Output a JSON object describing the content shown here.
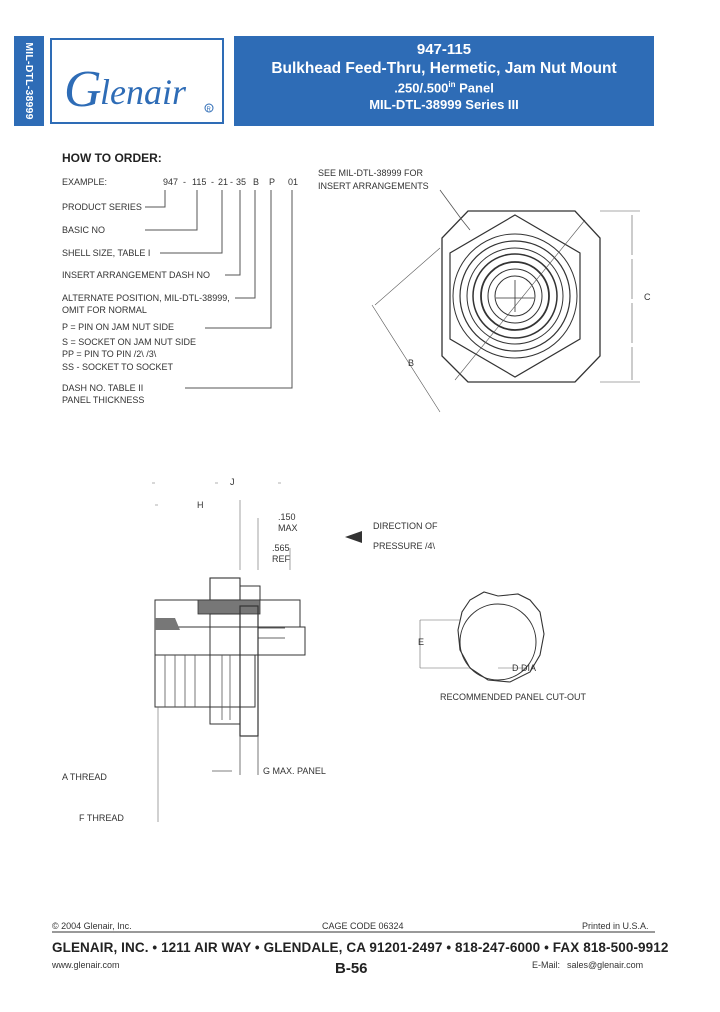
{
  "sidebar": {
    "tab_label": "MIL-DTL-38999"
  },
  "logo": {
    "text": "Glenair",
    "registered": "®"
  },
  "header": {
    "part_number": "947-115",
    "title": "Bulkhead Feed-Thru, Hermetic, Jam Nut Mount",
    "panel_prefix": ".250/.500",
    "panel_sup": "in",
    "panel_suffix": " Panel",
    "series": "MIL-DTL-38999 Series III"
  },
  "order": {
    "heading": "HOW TO ORDER:",
    "example_label": "EXAMPLE:",
    "example_parts": [
      "947",
      "-",
      "115",
      "-",
      "21",
      "-",
      "35",
      "B",
      "P",
      "01"
    ],
    "lines": [
      "PRODUCT SERIES",
      "BASIC NO",
      "SHELL SIZE, TABLE I",
      "INSERT ARRANGEMENT DASH NO",
      "ALTERNATE POSITION, MIL-DTL-38999,",
      "OMIT FOR NORMAL",
      "P = PIN ON JAM NUT SIDE",
      "S = SOCKET ON JAM NUT SIDE",
      "PP = PIN TO PIN /2\\ /3\\",
      "SS - SOCKET TO SOCKET",
      "DASH NO. TABLE II",
      "PANEL THICKNESS"
    ]
  },
  "front_view": {
    "note_line1": "SEE MIL-DTL-38999 FOR",
    "note_line2": "INSERT ARRANGEMENTS",
    "dim_b": "B",
    "dim_c": "C"
  },
  "side_view": {
    "dim_j": "J",
    "dim_h": "H",
    "dim_150": ".150",
    "dim_max": "MAX",
    "dim_565": ".565",
    "dim_ref": "REF",
    "direction_line1": "DIRECTION OF",
    "direction_line2": "PRESSURE /4\\",
    "a_thread": "A THREAD",
    "f_thread": "F THREAD",
    "g_label": "G MAX. PANEL"
  },
  "cutout": {
    "dim_e": "E",
    "dim_d": "D DIA",
    "caption": "RECOMMENDED PANEL CUT-OUT"
  },
  "footer": {
    "copyright": "© 2004 Glenair, Inc.",
    "cage": "CAGE CODE 06324",
    "printed": "Printed in U.S.A.",
    "company_line": "GLENAIR, INC. • 1211 AIR WAY • GLENDALE, CA 91201-2497 • 818-247-6000 • FAX 818-500-9912",
    "website": "www.glenair.com",
    "page": "B-56",
    "email_label": "E-Mail:",
    "email": "sales@glenair.com"
  },
  "colors": {
    "brand_blue": "#2e6cb6",
    "line": "#555555"
  }
}
